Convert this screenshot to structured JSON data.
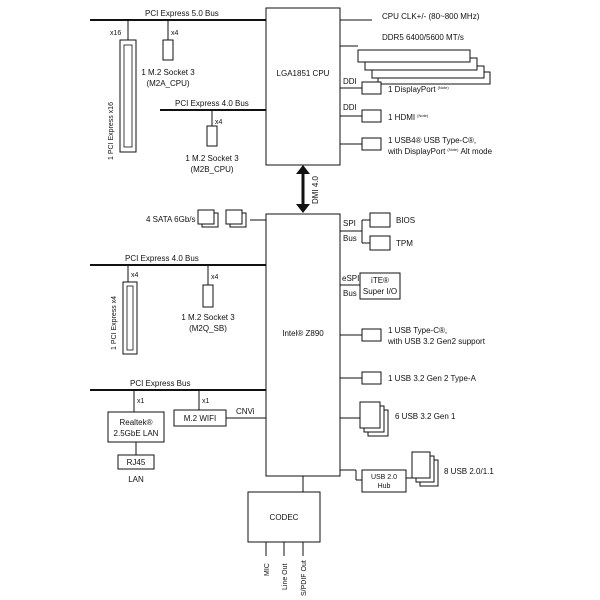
{
  "cpu": {
    "label": "LGA1851 CPU",
    "clock": "CPU CLK+/- (80~800 MHz)",
    "ddr": "DDR5 6400/5600 MT/s"
  },
  "chipset": {
    "label": "Intel® Z890",
    "dmi": "DMI 4.0"
  },
  "codec": {
    "label": "CODEC",
    "jacks": [
      "MIC",
      "Line Out",
      "S/PDIF Out"
    ]
  },
  "pcie": {
    "cpu_bus": "PCI Express 5.0 Bus",
    "cpu_slot": "1 PCI Express x16",
    "lane_x16": "x16",
    "lane_x4": "x4",
    "lane_x1": "x1",
    "cpu_bus2": "PCI Express 4.0 Bus",
    "sb_bus": "PCI Express 4.0 Bus",
    "sb_slot": "1 PCI Express x4",
    "misc_bus": "PCI Express Bus"
  },
  "m2": {
    "m2a": [
      "1 M.2 Socket 3",
      "(M2A_CPU)"
    ],
    "m2b": [
      "1 M.2 Socket 3",
      "(M2B_CPU)"
    ],
    "m2q": [
      "1 M.2 Socket 3",
      "(M2Q_SB)"
    ]
  },
  "display": {
    "ddi": "DDI",
    "dp": "1 DisplayPort",
    "hdmi": "1 HDMI",
    "note": "(Note)",
    "usb4_1": "1 USB4® USB Type-C®,",
    "usb4_2a": "with DisplayPort",
    "usb4_2b": "Alt mode"
  },
  "sata": "4 SATA 6Gb/s",
  "right": {
    "spi": "SPI",
    "bus": "Bus",
    "bios": "BIOS",
    "tpm": "TPM",
    "espi": "eSPI",
    "ite1": "iTE®",
    "ite2": "Super I/O",
    "typec1": "1 USB Type-C®,",
    "typec2": "with USB 3.2 Gen2 support",
    "usb_gen2": "1 USB 3.2 Gen 2 Type-A",
    "usb_gen1": "6 USB 3.2 Gen 1",
    "hub1": "USB 2.0",
    "hub2": "Hub",
    "usb2": "8 USB 2.0/1.1"
  },
  "lan": {
    "chip1": "Realtek®",
    "chip2": "2.5GbE LAN",
    "rj45": "RJ45",
    "lan": "LAN"
  },
  "wifi": {
    "label": "M.2 WIFI",
    "cnvi": "CNVi"
  }
}
